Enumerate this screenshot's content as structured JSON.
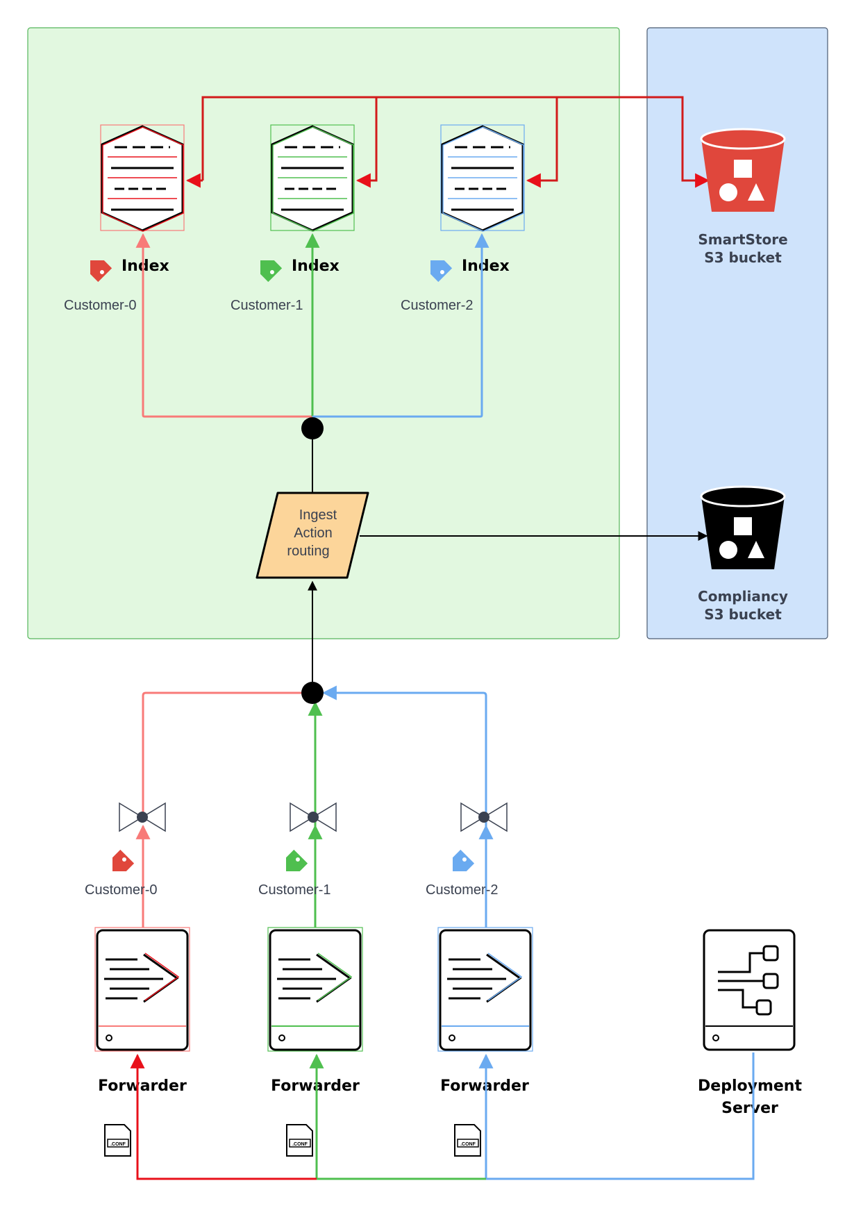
{
  "colors": {
    "red": "#e8101a",
    "red_light": "#f87a78",
    "green": "#4fbf4f",
    "green_light": "#5ccf5c",
    "blue": "#6aaaf0",
    "black": "#000000",
    "gray": "#3a4150",
    "zone_green_fill": "#e2f8e0",
    "zone_green_border": "#55b55a",
    "zone_blue_fill": "#cfe3fb",
    "zone_blue_border": "#4a5a70",
    "router_fill": "#fcd59a",
    "bucket_red": "#e0473c",
    "bucket_black": "#000000"
  },
  "indexes": [
    {
      "label": "Index",
      "customer": "Customer-0",
      "color": "red"
    },
    {
      "label": "Index",
      "customer": "Customer-1",
      "color": "green"
    },
    {
      "label": "Index",
      "customer": "Customer-2",
      "color": "blue"
    }
  ],
  "router": {
    "line1": "Ingest",
    "line2": "Action",
    "line3": "routing"
  },
  "buckets": [
    {
      "line1": "SmartStore",
      "line2": "S3 bucket",
      "icon": "bucket-icon"
    },
    {
      "line1": "Compliancy",
      "line2": "S3 bucket",
      "icon": "bucket-icon"
    }
  ],
  "filters": [
    {
      "customer": "Customer-0",
      "icon": "tag-icon"
    },
    {
      "customer": "Customer-1",
      "icon": "tag-icon"
    },
    {
      "customer": "Customer-2",
      "icon": "tag-icon"
    }
  ],
  "forwarders": [
    {
      "label": "Forwarder",
      "conf": ".CONF"
    },
    {
      "label": "Forwarder",
      "conf": ".CONF"
    },
    {
      "label": "Forwarder",
      "conf": ".CONF"
    }
  ],
  "deployment_server": {
    "line1": "Deployment",
    "line2": "Server"
  }
}
